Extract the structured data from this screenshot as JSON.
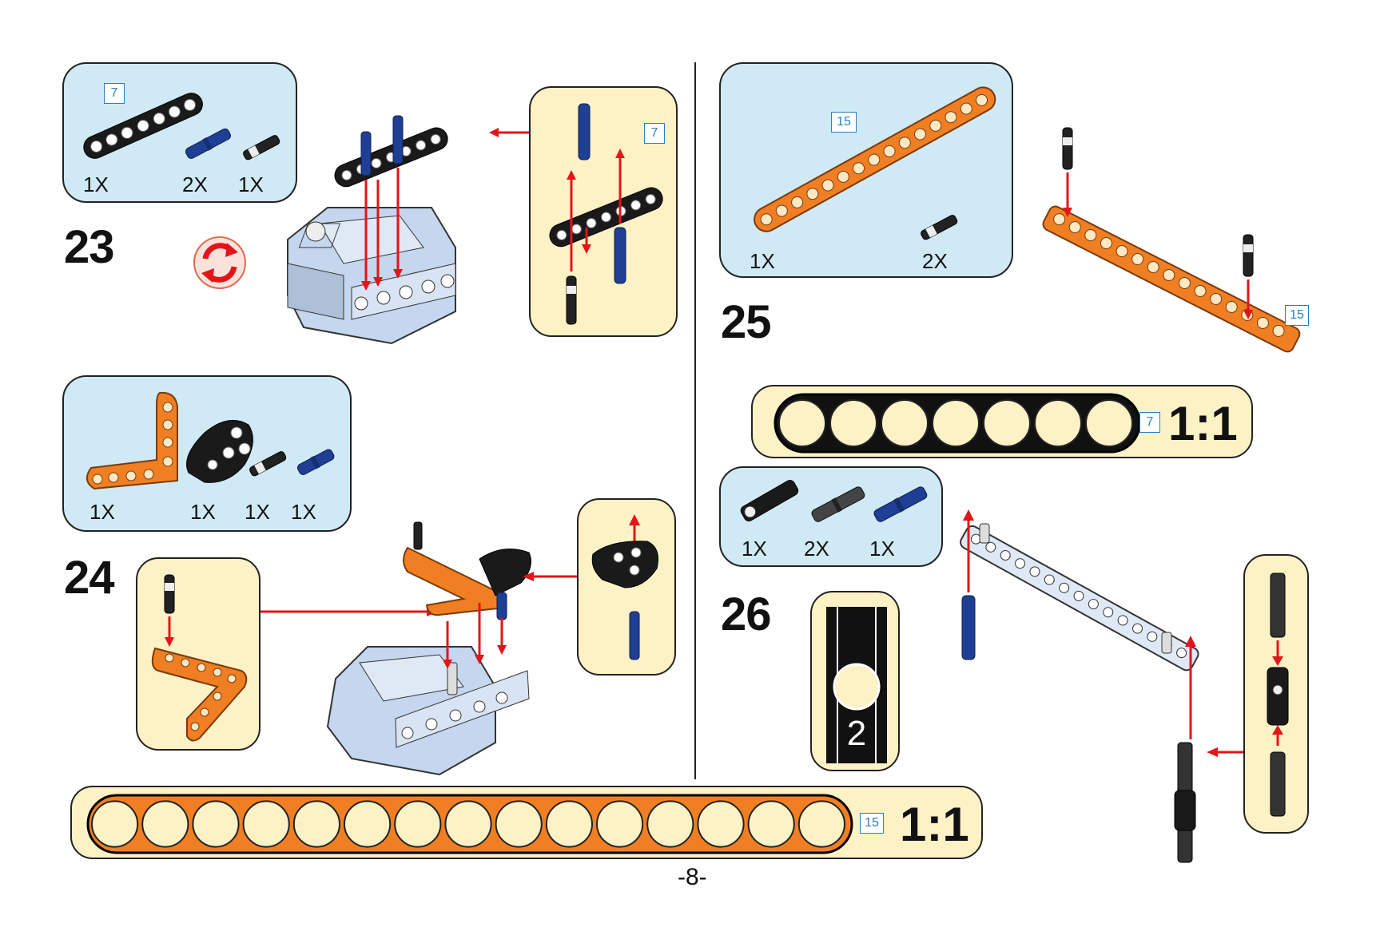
{
  "page": {
    "number": "-8-"
  },
  "steps": {
    "s23": {
      "number": "23",
      "parts": {
        "length_tag": "7",
        "qty": [
          "1X",
          "2X",
          "1X"
        ]
      },
      "callout_length_tag": "7"
    },
    "s24": {
      "number": "24",
      "parts": {
        "qty": [
          "1X",
          "1X",
          "1X",
          "1X"
        ]
      }
    },
    "s25": {
      "number": "25",
      "parts": {
        "length_tag": "15",
        "qty": [
          "1X",
          "2X"
        ]
      },
      "beam_length_tag": "15"
    },
    "s26": {
      "number": "26",
      "parts": {
        "qty": [
          "1X",
          "2X",
          "1X"
        ]
      },
      "axle_label": "2"
    }
  },
  "scale_bars": {
    "beam7": {
      "tag": "7",
      "ratio": "1:1",
      "holes": 7,
      "color": "#111111"
    },
    "beam15": {
      "tag": "15",
      "ratio": "1:1",
      "holes": 15,
      "color": "#f07f24"
    }
  },
  "colors": {
    "panel_blue": "#cfeaf5",
    "panel_cream": "#fdf1c6",
    "arrow_red": "#e3151a",
    "beam_orange": "#f07f24",
    "pin_blue": "#1f3f95",
    "servo_body": "#c5d7ee"
  },
  "icons": [
    "rotate-model-icon"
  ]
}
